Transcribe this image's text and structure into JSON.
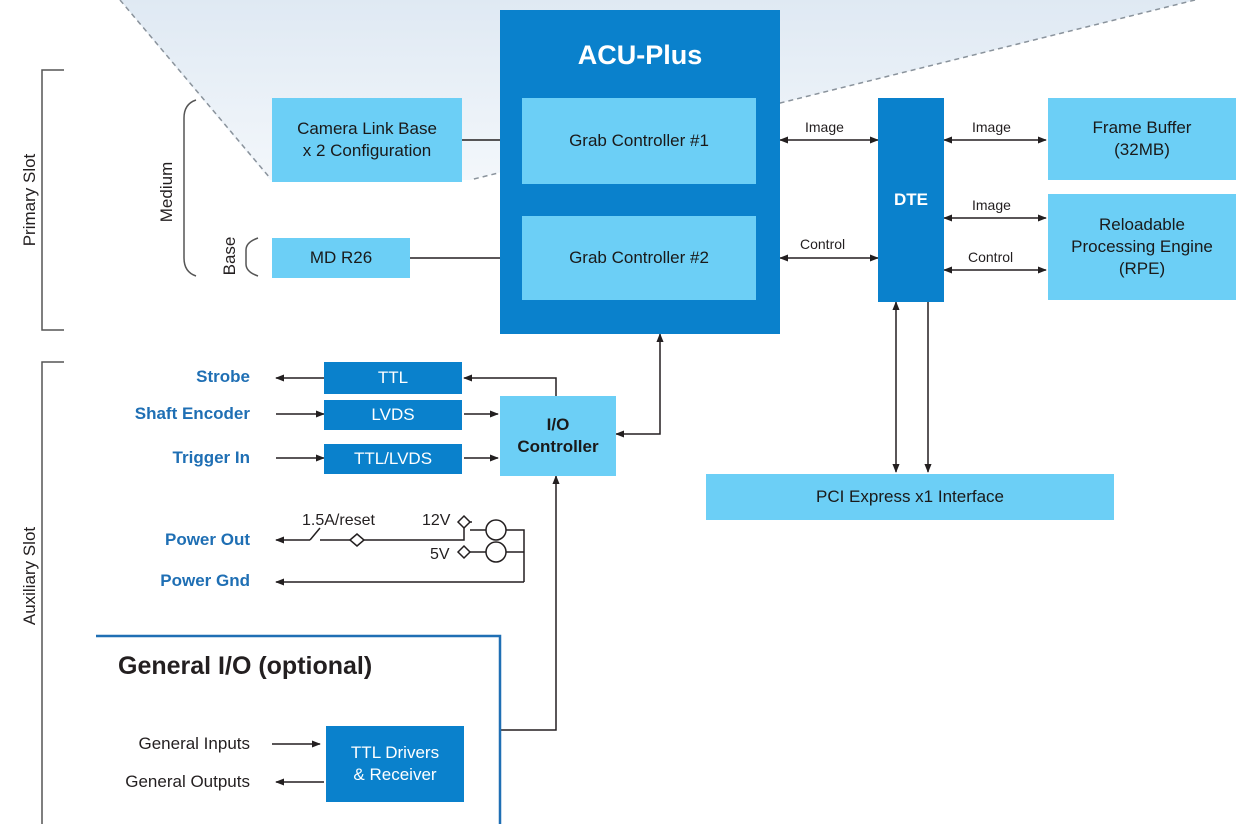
{
  "acu": {
    "title": "ACU-Plus"
  },
  "blocks": {
    "camera_link": "Camera Link Base\nx 2 Configuration",
    "md_r26": "MD R26",
    "grab1": "Grab Controller #1",
    "grab2": "Grab Controller #2",
    "dte": "DTE",
    "frame_buffer": "Frame Buffer\n(32MB)",
    "rpe": "Reloadable\nProcessing Engine\n(RPE)",
    "pci": "PCI Express x1 Interface",
    "ttl": "TTL",
    "lvds": "LVDS",
    "ttl_lvds": "TTL/LVDS",
    "io_controller": "I/O\nController",
    "ttl_drivers": "TTL Drivers\n& Receiver"
  },
  "slots": {
    "primary": "Primary Slot",
    "auxiliary": "Auxiliary Slot"
  },
  "config": {
    "medium": "Medium",
    "base": "Base"
  },
  "links": {
    "image_grab1": "Image",
    "control_grab2": "Control",
    "image_fb": "Image",
    "image_rpe": "Image",
    "control_rpe": "Control"
  },
  "signals": {
    "strobe": "Strobe",
    "shaft_encoder": "Shaft Encoder",
    "trigger_in": "Trigger In",
    "power_out": "Power Out",
    "power_gnd": "Power Gnd"
  },
  "power": {
    "fuse": "1.5A/reset",
    "v12": "12V",
    "v5": "5V"
  },
  "general_io": {
    "title": "General I/O (optional)",
    "inputs": "General Inputs",
    "outputs": "General Outputs"
  },
  "colors": {
    "light_block": "#6ccff6",
    "dark_block": "#0a81cc",
    "label_blue": "#1f6fb4",
    "line": "#231f20"
  }
}
